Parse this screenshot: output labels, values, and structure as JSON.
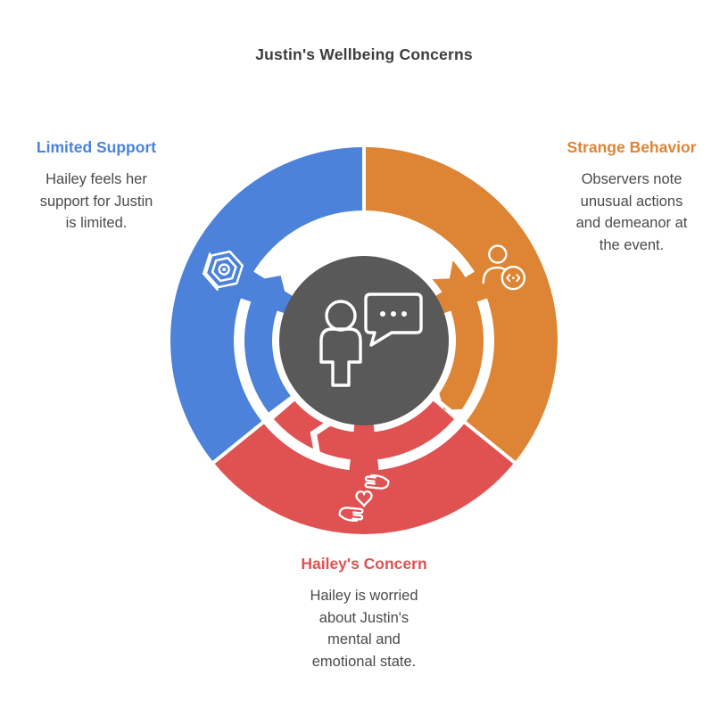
{
  "title": "Justin's Wellbeing Concerns",
  "sections": {
    "limited_support": {
      "heading": "Limited Support",
      "color": "#4c82da",
      "lines": [
        "Hailey feels her",
        "support for Justin",
        "is limited."
      ]
    },
    "strange_behavior": {
      "heading": "Strange Behavior",
      "color": "#dd8534",
      "lines": [
        "Observers note",
        "unusual actions",
        "and demeanor at",
        "the event."
      ]
    },
    "haileys_concern": {
      "heading": "Hailey's Concern",
      "color": "#e05252",
      "lines": [
        "Hailey is worried",
        "about Justin's",
        "mental and",
        "emotional state."
      ]
    }
  },
  "diagram": {
    "center_color": "#595959",
    "center_icon": "person-chat-icon",
    "segments": [
      {
        "id": "strange",
        "label": "Strange Behavior",
        "color": "#dd8534",
        "start": 0,
        "end": 129,
        "icon": "user-code-icon"
      },
      {
        "id": "concern",
        "label": "Hailey's Concern",
        "color": "#e05252",
        "start": 129,
        "end": 231,
        "icon": "hands-heart-icon"
      },
      {
        "id": "limited",
        "label": "Limited Support",
        "color": "#4c82da",
        "start": 231,
        "end": 360,
        "icon": "hex-nut-icon"
      }
    ],
    "inner_arcs": [
      {
        "id": "strange",
        "color": "#dd8534",
        "tail": 48,
        "head": 125,
        "tail_notch": 6,
        "head_tip": 6
      },
      {
        "id": "concern",
        "color": "#e05252",
        "tail": 131,
        "head": 229,
        "tail_notch": 0,
        "head_tip": 0
      },
      {
        "id": "limited",
        "color": "#4c82da",
        "tail": 233,
        "head": 301,
        "tail_notch": 0,
        "head_tip": 7
      }
    ],
    "boundaries": [
      {
        "angle": 0,
        "r1": 142,
        "r2": 222
      },
      {
        "angle": 129,
        "r1": 98,
        "r2": 222
      },
      {
        "angle": 231,
        "r1": 98,
        "r2": 222
      }
    ],
    "cut_chevron": {
      "angle": 202,
      "tip_angle": 208.5
    },
    "icons": [
      {
        "id": "strange",
        "r": 176,
        "angle": 63,
        "rot": 0
      },
      {
        "id": "concern",
        "r": 176,
        "angle": 180,
        "rot": 0
      },
      {
        "id": "limited",
        "r": 176,
        "angle": 297,
        "rot": -12
      }
    ]
  }
}
